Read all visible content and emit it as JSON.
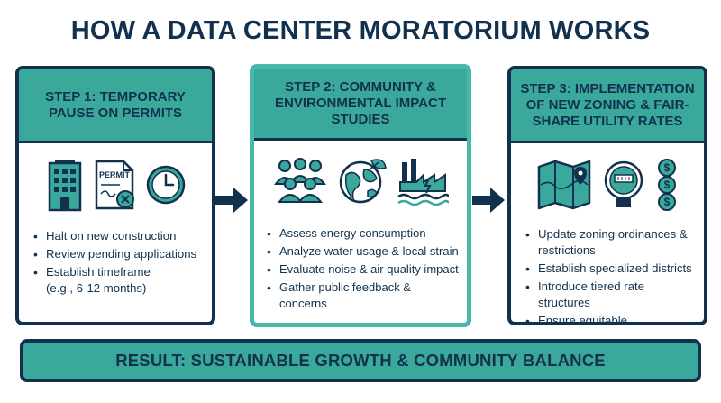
{
  "title": "HOW A DATA CENTER MORATORIUM WORKS",
  "steps": [
    {
      "heading": "STEP 1: TEMPORARY PAUSE ON PERMITS",
      "permit_label": "PERMIT",
      "bullets": [
        "Halt on new construction",
        "Review pending applications",
        "Establish timeframe",
        "(e.g., 6-12 months)"
      ]
    },
    {
      "heading": "STEP 2: COMMUNITY & ENVIRONMENTAL IMPACT STUDIES",
      "bullets": [
        "Assess energy consumption",
        "Analyze water usage & local strain",
        "Evaluate noise & air quality impact",
        "Gather public feedback & concerns"
      ]
    },
    {
      "heading": "STEP 3: IMPLEMENTATION OF NEW ZONING & FAIR-SHARE UTILITY RATES",
      "bullets": [
        "Update zoning ordinances & restrictions",
        "Establish specialized districts",
        "Introduce tiered rate structures",
        "Ensure equitable infrastructure costs"
      ]
    }
  ],
  "result": "RESULT: SUSTAINABLE GROWTH & COMMUNITY BALANCE",
  "icons": [
    "office-building-icon",
    "permit-document-icon",
    "clock-icon",
    "community-people-icon",
    "earth-leaf-icon",
    "power-plant-water-icon",
    "zoning-map-icon",
    "utility-meter-icon",
    "dollar-coins-icon",
    "right-arrow-icon"
  ],
  "colors": {
    "navy": "#12314f",
    "teal": "#3aa89a",
    "light_teal": "#49b7aa"
  }
}
